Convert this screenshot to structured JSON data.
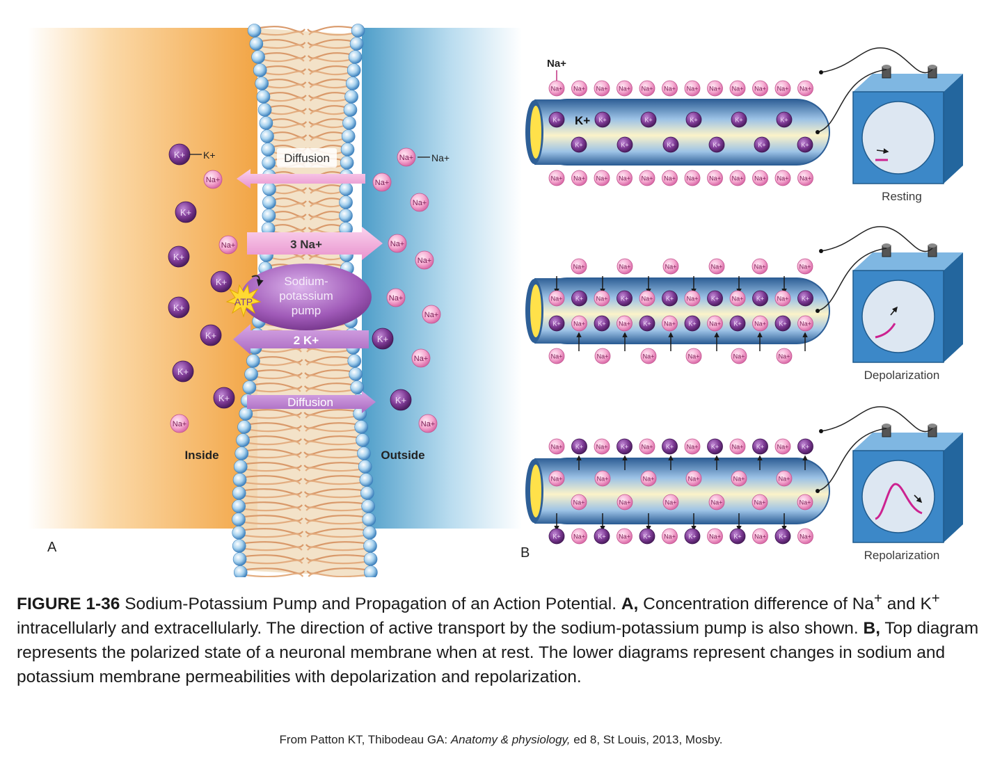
{
  "panelA": {
    "label": "A",
    "inside_label": "Inside",
    "outside_label": "Outside",
    "na": "Na+",
    "k": "K+",
    "diffusion_top": "Diffusion",
    "diffusion_bottom": "Diffusion",
    "pump_na": "3 Na+",
    "pump_k": "2 K+",
    "pump_line1": "Sodium-",
    "pump_line2": "potassium",
    "pump_line3": "pump",
    "atp": "ATP",
    "colors": {
      "inside": "#f2a545",
      "outside": "#6fb4d6",
      "na_ion": "#f5a9d0",
      "k_ion": "#7d3a94",
      "pump": "#a05ab8",
      "arrow": "#e8a0d6"
    }
  },
  "panelB": {
    "label": "B",
    "na_top_label": "Na+",
    "k_label": "K+",
    "states": [
      "Resting",
      "Depolarization",
      "Repolarization"
    ],
    "colors": {
      "axon": "#5e90c4",
      "meter": "#3c88c8",
      "trace": "#cc2290"
    }
  },
  "caption": {
    "figure_number": "FIGURE 1-36",
    "p1": " Sodium-Potassium Pump and Propagation of an Action Potential. ",
    "a_label": "A,",
    "p2": " Concentration difference of Na",
    "sup_plus": "+",
    "p3": " and K",
    "p4": " intracellularly and extracellularly. The direction of active transport by the sodium-potassium pump is also shown. ",
    "b_label": "B,",
    "p5": " Top diagram represents the polarized state of a neuronal membrane when at rest. The lower diagrams represent changes in sodium and potassium membrane permeabilities with depolarization and repolarization."
  },
  "credit": {
    "prefix": "From Patton KT, Thibodeau GA: ",
    "title": "Anatomy & physiology,",
    "suffix": " ed 8, St Louis, 2013, Mosby."
  }
}
